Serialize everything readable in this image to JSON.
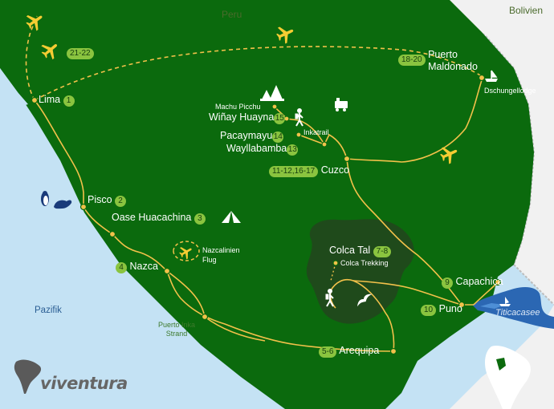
{
  "countries": {
    "peru": "Peru",
    "bolivien": "Bolivien"
  },
  "water": {
    "pazifik": "Pazifik",
    "titicacasee": "Titicacasee"
  },
  "places": {
    "lima": {
      "name": "Lima",
      "day": "1"
    },
    "pisco": {
      "name": "Pisco",
      "day": "2"
    },
    "huacachina": {
      "name": "Oase Huacachina",
      "day": "3"
    },
    "nazca": {
      "name": "Nazca",
      "day": "4"
    },
    "nazca_flight": "Nazcalinien Flug",
    "puerto_inka": "Puerto Inka Strand",
    "arequipa": {
      "name": "Arequipa",
      "day": "5-6"
    },
    "colca": {
      "name": "Colca Tal",
      "day": "7-8"
    },
    "colca_trekking": "Colca Trekking",
    "puno": {
      "name": "Puno",
      "day": "10"
    },
    "capachica": {
      "name": "Capachica",
      "day": "9"
    },
    "cuzco": {
      "name": "Cuzco",
      "day": "11-12,16-17"
    },
    "wayllabamba": {
      "name": "Wayllabamba",
      "day": "13"
    },
    "pacaymayu": {
      "name": "Pacaymayu",
      "day": "14"
    },
    "winay_huayna": {
      "name": "Wiñay Huayna",
      "day": "15"
    },
    "machu_picchu": "Machu Picchu",
    "inkatrail": "Inkatrail",
    "puerto_maldonado": {
      "name": "Puerto Maldonado",
      "day": "18-20"
    },
    "dschungellodge": "Dschungellodge",
    "flight_days": "21-22"
  },
  "logo": {
    "text": "viventura"
  },
  "icons": [
    "airplane-icon",
    "boat-icon",
    "hiker-icon",
    "condor-icon",
    "tent-icon",
    "train-icon",
    "penguin-icon",
    "seal-icon",
    "ruins-icon"
  ],
  "colors": {
    "land": "#0b6a0d",
    "sea": "#c4e2f4",
    "neighbor": "#f1f1f1",
    "route": "#f2c14a",
    "day_badge": "#8ac43f",
    "colca": "#1f4a1b",
    "lake": "#2b67b3"
  }
}
